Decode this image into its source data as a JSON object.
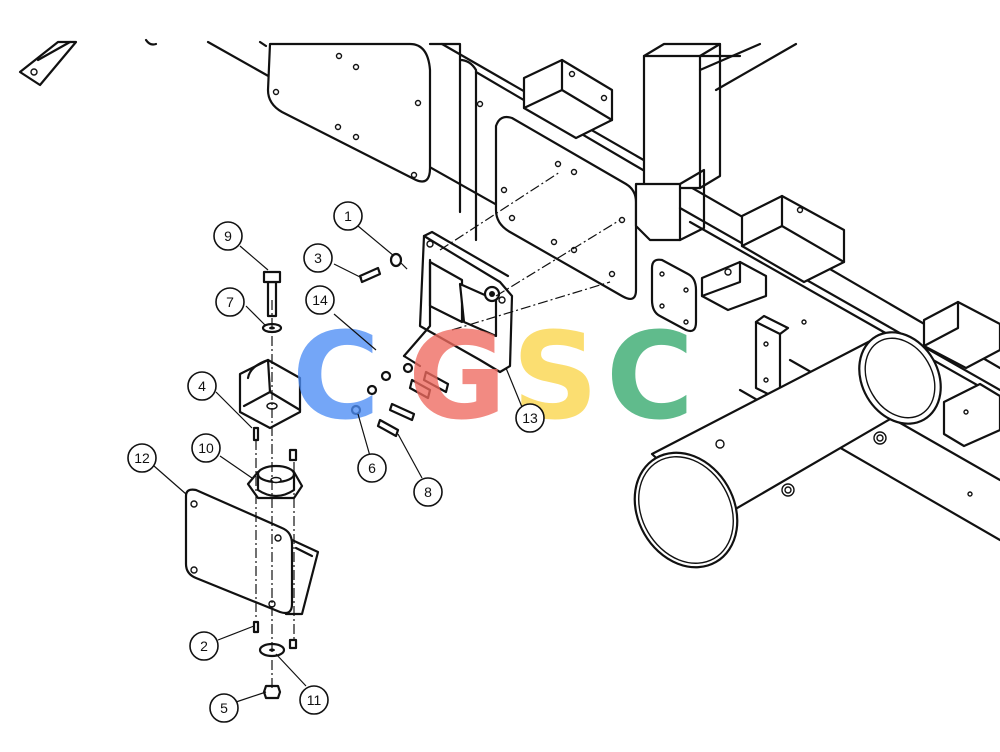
{
  "diagram": {
    "callouts": [
      {
        "id": "callout-1",
        "label": "1"
      },
      {
        "id": "callout-2",
        "label": "2"
      },
      {
        "id": "callout-3",
        "label": "3"
      },
      {
        "id": "callout-4",
        "label": "4"
      },
      {
        "id": "callout-5",
        "label": "5"
      },
      {
        "id": "callout-6",
        "label": "6"
      },
      {
        "id": "callout-7",
        "label": "7"
      },
      {
        "id": "callout-8",
        "label": "8"
      },
      {
        "id": "callout-9",
        "label": "9"
      },
      {
        "id": "callout-10",
        "label": "10"
      },
      {
        "id": "callout-11",
        "label": "11"
      },
      {
        "id": "callout-12",
        "label": "12"
      },
      {
        "id": "callout-13",
        "label": "13"
      },
      {
        "id": "callout-14",
        "label": "14"
      }
    ]
  },
  "watermark": {
    "letters": [
      {
        "char": "C",
        "color": "#4e8ef5"
      },
      {
        "char": "G",
        "color": "#ef6a5f"
      },
      {
        "char": "S",
        "color": "#fbd54a"
      },
      {
        "char": "C",
        "color": "#34a86d"
      }
    ]
  }
}
